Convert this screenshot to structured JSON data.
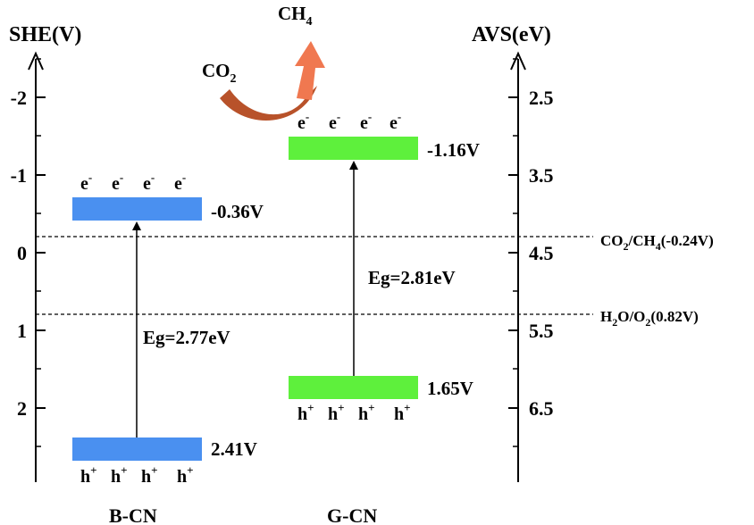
{
  "axes": {
    "left_title": "SHE(V)",
    "right_title": "AVS(eV)",
    "left_ticks": [
      "-2",
      "-1",
      "0",
      "1",
      "2"
    ],
    "right_ticks": [
      "2.5",
      "3.5",
      "4.5",
      "5.5",
      "6.5"
    ]
  },
  "reaction": {
    "reactant": "CO",
    "reactant_sub": "2",
    "product": "CH",
    "product_sub": "4"
  },
  "materials": [
    {
      "name": "B-CN",
      "cb_label": "-0.36V",
      "vb_label": "2.41V",
      "gap_label": "Eg=2.77eV",
      "color": "#4a90f0",
      "electrons": [
        "e",
        "e",
        "e",
        "e"
      ],
      "holes": [
        "h",
        "h",
        "h",
        "h"
      ]
    },
    {
      "name": "G-CN",
      "cb_label": "-1.16V",
      "vb_label": "1.65V",
      "gap_label": "Eg=2.81eV",
      "color": "#5ef03c",
      "electrons": [
        "e",
        "e",
        "e",
        "e"
      ],
      "holes": [
        "h",
        "h",
        "h",
        "h"
      ]
    }
  ],
  "carrier_marks": {
    "electron_sup": "-",
    "hole_sup": "+"
  },
  "reference_lines": [
    {
      "label_a": "CO",
      "label_a_sub": "2",
      "label_b": "/CH",
      "label_b_sub": "4",
      "label_c": "(-0.24V)"
    },
    {
      "label_a": "H",
      "label_a_sub": "2",
      "label_b": "O/O",
      "label_b_sub": "2",
      "label_c": "(0.82V)"
    }
  ],
  "colors": {
    "arrow_co2": "#b8522a",
    "arrow_ch4": "#f07850"
  }
}
